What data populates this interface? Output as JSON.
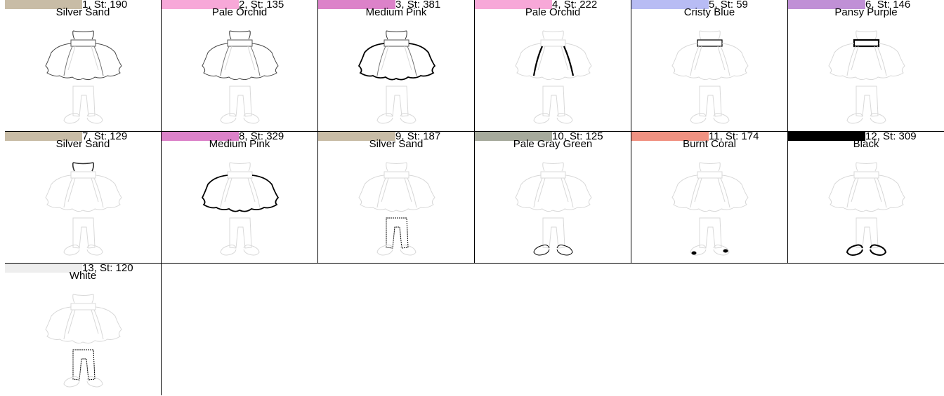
{
  "cells": [
    {
      "number": "1",
      "stitches": "St: 190",
      "name": "Silver Sand",
      "swatch": "#c8bca6",
      "highlight": [
        "dress"
      ]
    },
    {
      "number": "2",
      "stitches": "St: 135",
      "name": "Pale Orchid",
      "swatch": "#f7a8d8",
      "highlight": [
        "dress"
      ]
    },
    {
      "number": "3",
      "stitches": "St: 381",
      "name": "Medium Pink",
      "swatch": "#dc82c9",
      "highlight": [
        "dress-bold"
      ]
    },
    {
      "number": "4",
      "stitches": "St: 222",
      "name": "Pale Orchid",
      "swatch": "#f7a8d8",
      "highlight": [
        "skirt-folds"
      ]
    },
    {
      "number": "5",
      "stitches": "St: 59",
      "name": "Cristy Blue",
      "swatch": "#b8bcf4",
      "highlight": [
        "waistband"
      ]
    },
    {
      "number": "6",
      "stitches": "St: 146",
      "name": "Pansy Purple",
      "swatch": "#c090d6",
      "highlight": [
        "waistband-bold"
      ]
    },
    {
      "number": "7",
      "stitches": "St: 129",
      "name": "Silver Sand",
      "swatch": "#c8bca6",
      "highlight": [
        "bodice"
      ]
    },
    {
      "number": "8",
      "stitches": "St: 329",
      "name": "Medium Pink",
      "swatch": "#dc82c9",
      "highlight": [
        "skirt"
      ]
    },
    {
      "number": "9",
      "stitches": "St: 187",
      "name": "Silver Sand",
      "swatch": "#c8bca6",
      "highlight": [
        "pants"
      ]
    },
    {
      "number": "10",
      "stitches": "St: 125",
      "name": "Pale Gray Green",
      "swatch": "#a6aa9c",
      "highlight": [
        "shoes"
      ]
    },
    {
      "number": "11",
      "stitches": "St: 174",
      "name": "Burnt Coral",
      "swatch": "#f09282",
      "highlight": [
        "shoe-dots"
      ]
    },
    {
      "number": "12",
      "stitches": "St: 309",
      "name": "Black",
      "swatch": "#000000",
      "highlight": [
        "shoes-bold"
      ]
    },
    {
      "number": "13",
      "stitches": "St: 120",
      "name": "White",
      "swatch": "#eeeeee",
      "highlight": [
        "pants-dotted"
      ]
    }
  ]
}
